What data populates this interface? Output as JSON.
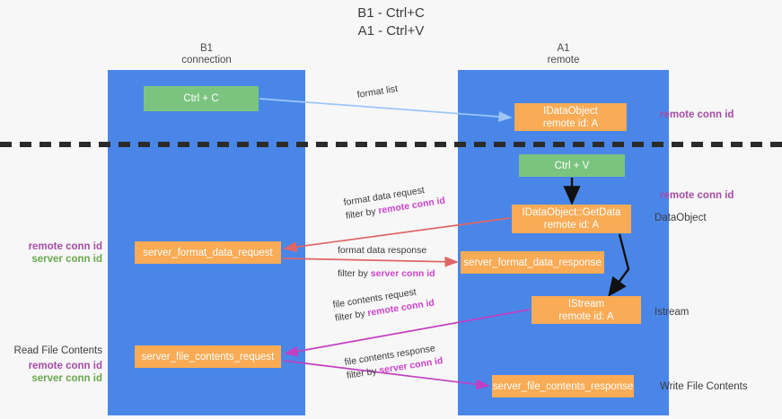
{
  "title": "B1 - Ctrl+C\nA1 - Ctrl+V",
  "lanes": [
    {
      "name": "b1",
      "header": "B1\nconnection",
      "color": "#4a86e8"
    },
    {
      "name": "a1",
      "header": "A1\nremote",
      "color": "#4a86e8"
    }
  ],
  "boxes": {
    "ctrl_c": "Ctrl + C",
    "idataobject": "IDataObject\nremote id: A",
    "ctrl_v": "Ctrl + V",
    "getdata": "IDataObject::GetData\nremote id: A",
    "server_format_data_request": "server_format_data_request",
    "server_format_data_response": "server_format_data_response",
    "istream": "IStream\nremote id: A",
    "server_file_contents_request": "server_file_contents_request",
    "server_file_contents_response": "server_file_contents_response"
  },
  "side_labels": {
    "remote_conn_id_top": "remote conn id",
    "remote_conn_id_mid": "remote conn id",
    "dataobject": "DataObject",
    "istream": "Istream",
    "write_file_contents": "Write File Contents",
    "read_file_contents": "Read File Contents",
    "left_conn_remote": "remote conn id",
    "left_conn_server": "server conn id"
  },
  "edge_labels": {
    "format_list": "format list",
    "format_data_request": "format data request",
    "format_data_request_filter_prefix": "filter by ",
    "format_data_request_filter_value": "remote conn id",
    "format_data_response": "format data response",
    "format_data_response_filter_prefix": "filter by ",
    "format_data_response_filter_value": "server conn id",
    "file_contents_request": "file contents request",
    "file_contents_request_filter_prefix": "filter by ",
    "file_contents_request_filter_value": "remote conn id",
    "file_contents_response": "file contents response",
    "file_contents_response_filter_prefix": "filter by ",
    "file_contents_response_filter_value": "server conn id"
  },
  "colors": {
    "lane": "#4a86e8",
    "green_box": "#7bc47f",
    "orange_box": "#f9ab55",
    "remote_purple": "#a64ca6",
    "server_green": "#6aa84f",
    "highlight_magenta": "#cc44cc",
    "arrow_blue": "#9fc5f8",
    "arrow_red": "#e06666",
    "arrow_magenta": "#c23fc2",
    "arrow_black": "#000000",
    "divider": "#2b2b2b",
    "background": "#f7f7f7"
  }
}
